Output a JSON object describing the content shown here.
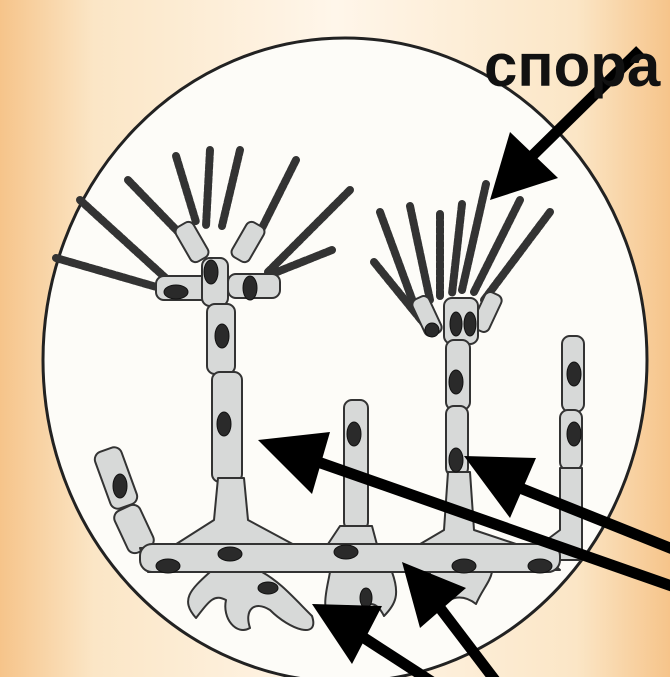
{
  "labels": {
    "spore": "спора"
  },
  "colors": {
    "background_edge": "#f6c48a",
    "background_center": "#fff6ea",
    "cell_fill": "#d7d9d8",
    "outline": "#333333",
    "nucleus": "#2a2a2a",
    "arrow": "#000000"
  },
  "icons": [
    "fungus-illustration",
    "arrow"
  ]
}
